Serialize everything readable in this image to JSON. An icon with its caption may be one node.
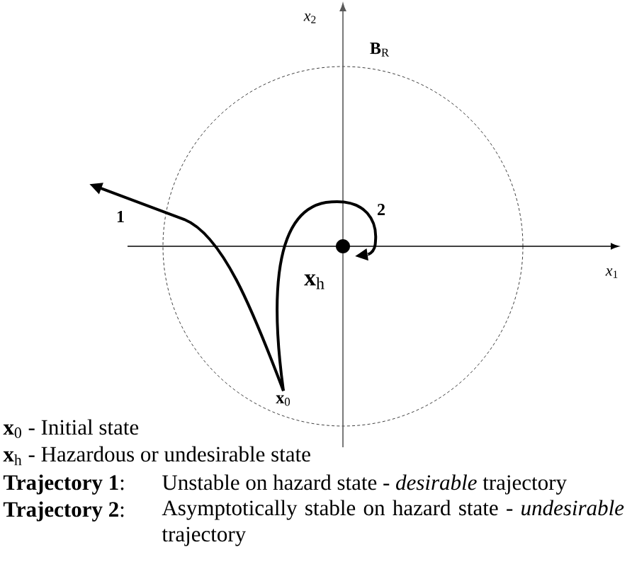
{
  "diagram": {
    "nodes": [
      {
        "text": [
          "**x**$_{0}$"
        ]
      },
      {
        "text": [],
        "shape": "circle",
        "beside": [
          "**x**$_{h}$"
        ]
      }
    ],
    "edges": [
      {
        "from": 0,
        "to": null,
        "arrow": "to",
        "label": "1"
      },
      {
        "from": 0,
        "to": 1,
        "arrow": "to",
        "label": "2"
      }
    ],
    "labels": [
      "*x*$_{2}$",
      "**B**$_{R}$",
      "*x*$_{1}$",
      "**x**$_{0}$ - Initial state",
      "**x**$_{h}$ - Hazardous or undesirable state",
      "**Trajectory 1**:",
      "Unstable on hazard state - *desirable* trajectory",
      "**Trajectory 2**:",
      "Asymptotically stable on hazard state - *undesirable* trajectory"
    ]
  }
}
